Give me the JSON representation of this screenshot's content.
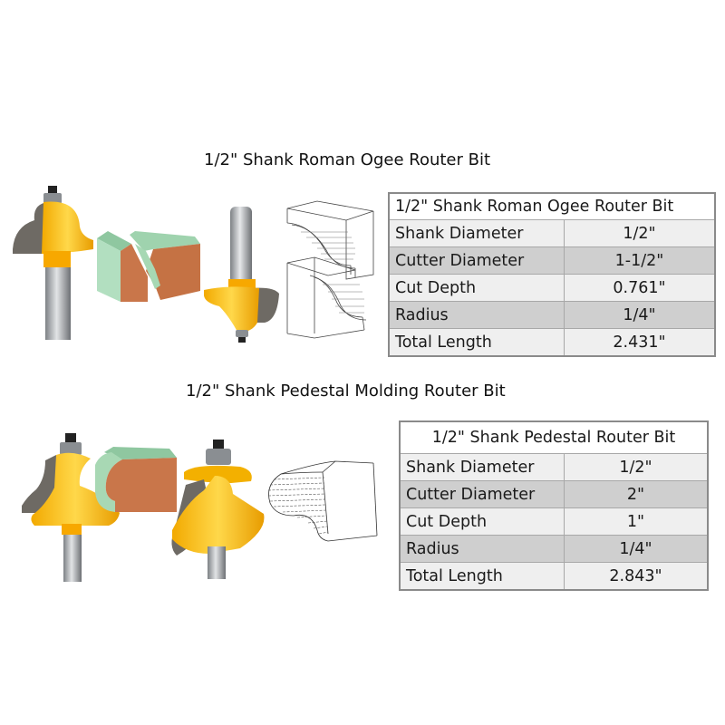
{
  "sections": [
    {
      "caption": "1/2\" Shank Roman Ogee Router Bit",
      "table": {
        "title": "1/2\" Shank Roman Ogee Router Bit",
        "rows": [
          {
            "label": "Shank Diameter",
            "value": "1/2\""
          },
          {
            "label": "Cutter Diameter",
            "value": "1-1/2\""
          },
          {
            "label": "Cut Depth",
            "value": "0.761\""
          },
          {
            "label": "Radius",
            "value": "1/4\""
          },
          {
            "label": "Total Length",
            "value": "2.431\""
          }
        ]
      },
      "images": [
        "router-bit-upright",
        "wood-profile-cut",
        "router-bit-inverted",
        "wireframe-joint-diagram"
      ]
    },
    {
      "caption": "1/2\" Shank Pedestal Molding Router Bit",
      "table": {
        "title": "1/2\" Shank Pedestal Router Bit",
        "rows": [
          {
            "label": "Shank Diameter",
            "value": "1/2\""
          },
          {
            "label": "Cutter Diameter",
            "value": "2\""
          },
          {
            "label": "Cut Depth",
            "value": "1\""
          },
          {
            "label": "Radius",
            "value": "1/4\""
          },
          {
            "label": "Total Length",
            "value": "2.843\""
          }
        ]
      },
      "images": [
        "router-bit-upright",
        "wood-profile-cut",
        "router-bit-angled",
        "wireframe-molding-diagram"
      ]
    }
  ],
  "colors": {
    "bit_yellow": "#f5b400",
    "shank_gray": "#a9adb2",
    "wood_face": "#c9764a",
    "wood_green": "#a8d8b4",
    "row_light": "#efefef",
    "row_dark": "#cfcfcf"
  }
}
